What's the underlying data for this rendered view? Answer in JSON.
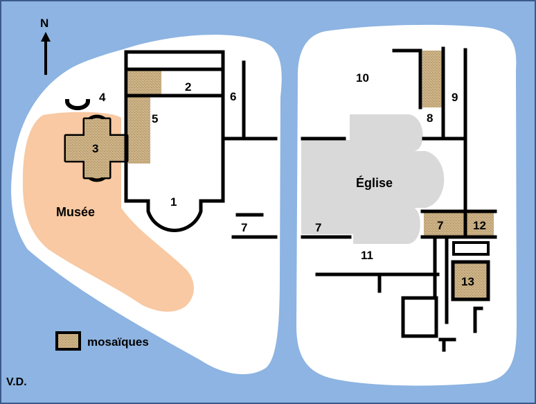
{
  "colors": {
    "water": "#8db4e2",
    "land": "#ffffff",
    "museum": "#f8c9a2",
    "church": "#d9d9d9",
    "mosaic": "#c8ad80",
    "wall": "#000000"
  },
  "compass": {
    "label": "N"
  },
  "labels": {
    "r1": "1",
    "r2": "2",
    "r3": "3",
    "r4": "4",
    "r5": "5",
    "r6": "6",
    "r7a": "7",
    "r7b": "7",
    "r7c": "7",
    "r8": "8",
    "r9": "9",
    "r10": "10",
    "r11": "11",
    "r12": "12",
    "r13": "13",
    "musee": "Musée",
    "eglise": "Église"
  },
  "legend": {
    "label": "mosaïques",
    "icon": "mosaic-swatch"
  },
  "author": "V.D."
}
